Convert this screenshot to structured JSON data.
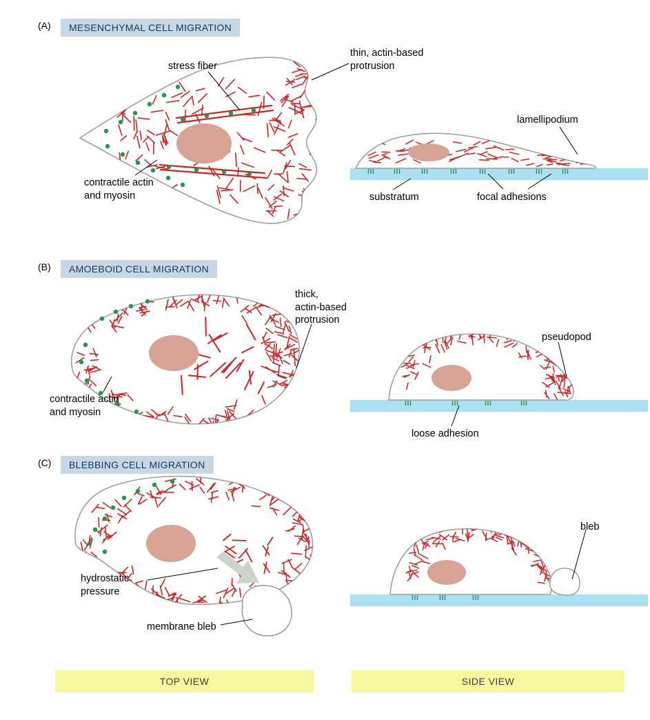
{
  "figure": {
    "panels": [
      {
        "letter": "(A)",
        "title": "MESENCHYMAL CELL MIGRATION",
        "labels": {
          "stress_fiber": "stress fiber",
          "thin_protrusion": "thin, actin-based\nprotrusion",
          "contractile": "contractile actin\nand myosin",
          "lamellipodium": "lamellipodium",
          "substratum": "substratum",
          "focal_adhesions": "focal adhesions"
        }
      },
      {
        "letter": "(B)",
        "title": "AMOEBOID CELL MIGRATION",
        "labels": {
          "thick_protrusion": "thick,\nactin-based\nprotrusion",
          "contractile": "contractile actin\nand myosin",
          "pseudopod": "pseudopod",
          "loose_adhesion": "loose adhesion"
        }
      },
      {
        "letter": "(C)",
        "title": "BLEBBING CELL MIGRATION",
        "labels": {
          "hydrostatic_pressure": "hydrostatic\npressure",
          "membrane_bleb": "membrane bleb",
          "bleb": "bleb"
        }
      }
    ],
    "footer": {
      "top_view": "TOP VIEW",
      "side_view": "SIDE VIEW"
    }
  },
  "colors": {
    "actin": "#d42020",
    "myosin": "#1b9a50",
    "nucleus": "#d6a395",
    "substratum": "#abdff2",
    "cell_outline": "#9aa0a3",
    "header_bg": "#c7d8e4",
    "footer_bg": "#f6f79f",
    "arrow": "#ccd3ca"
  }
}
